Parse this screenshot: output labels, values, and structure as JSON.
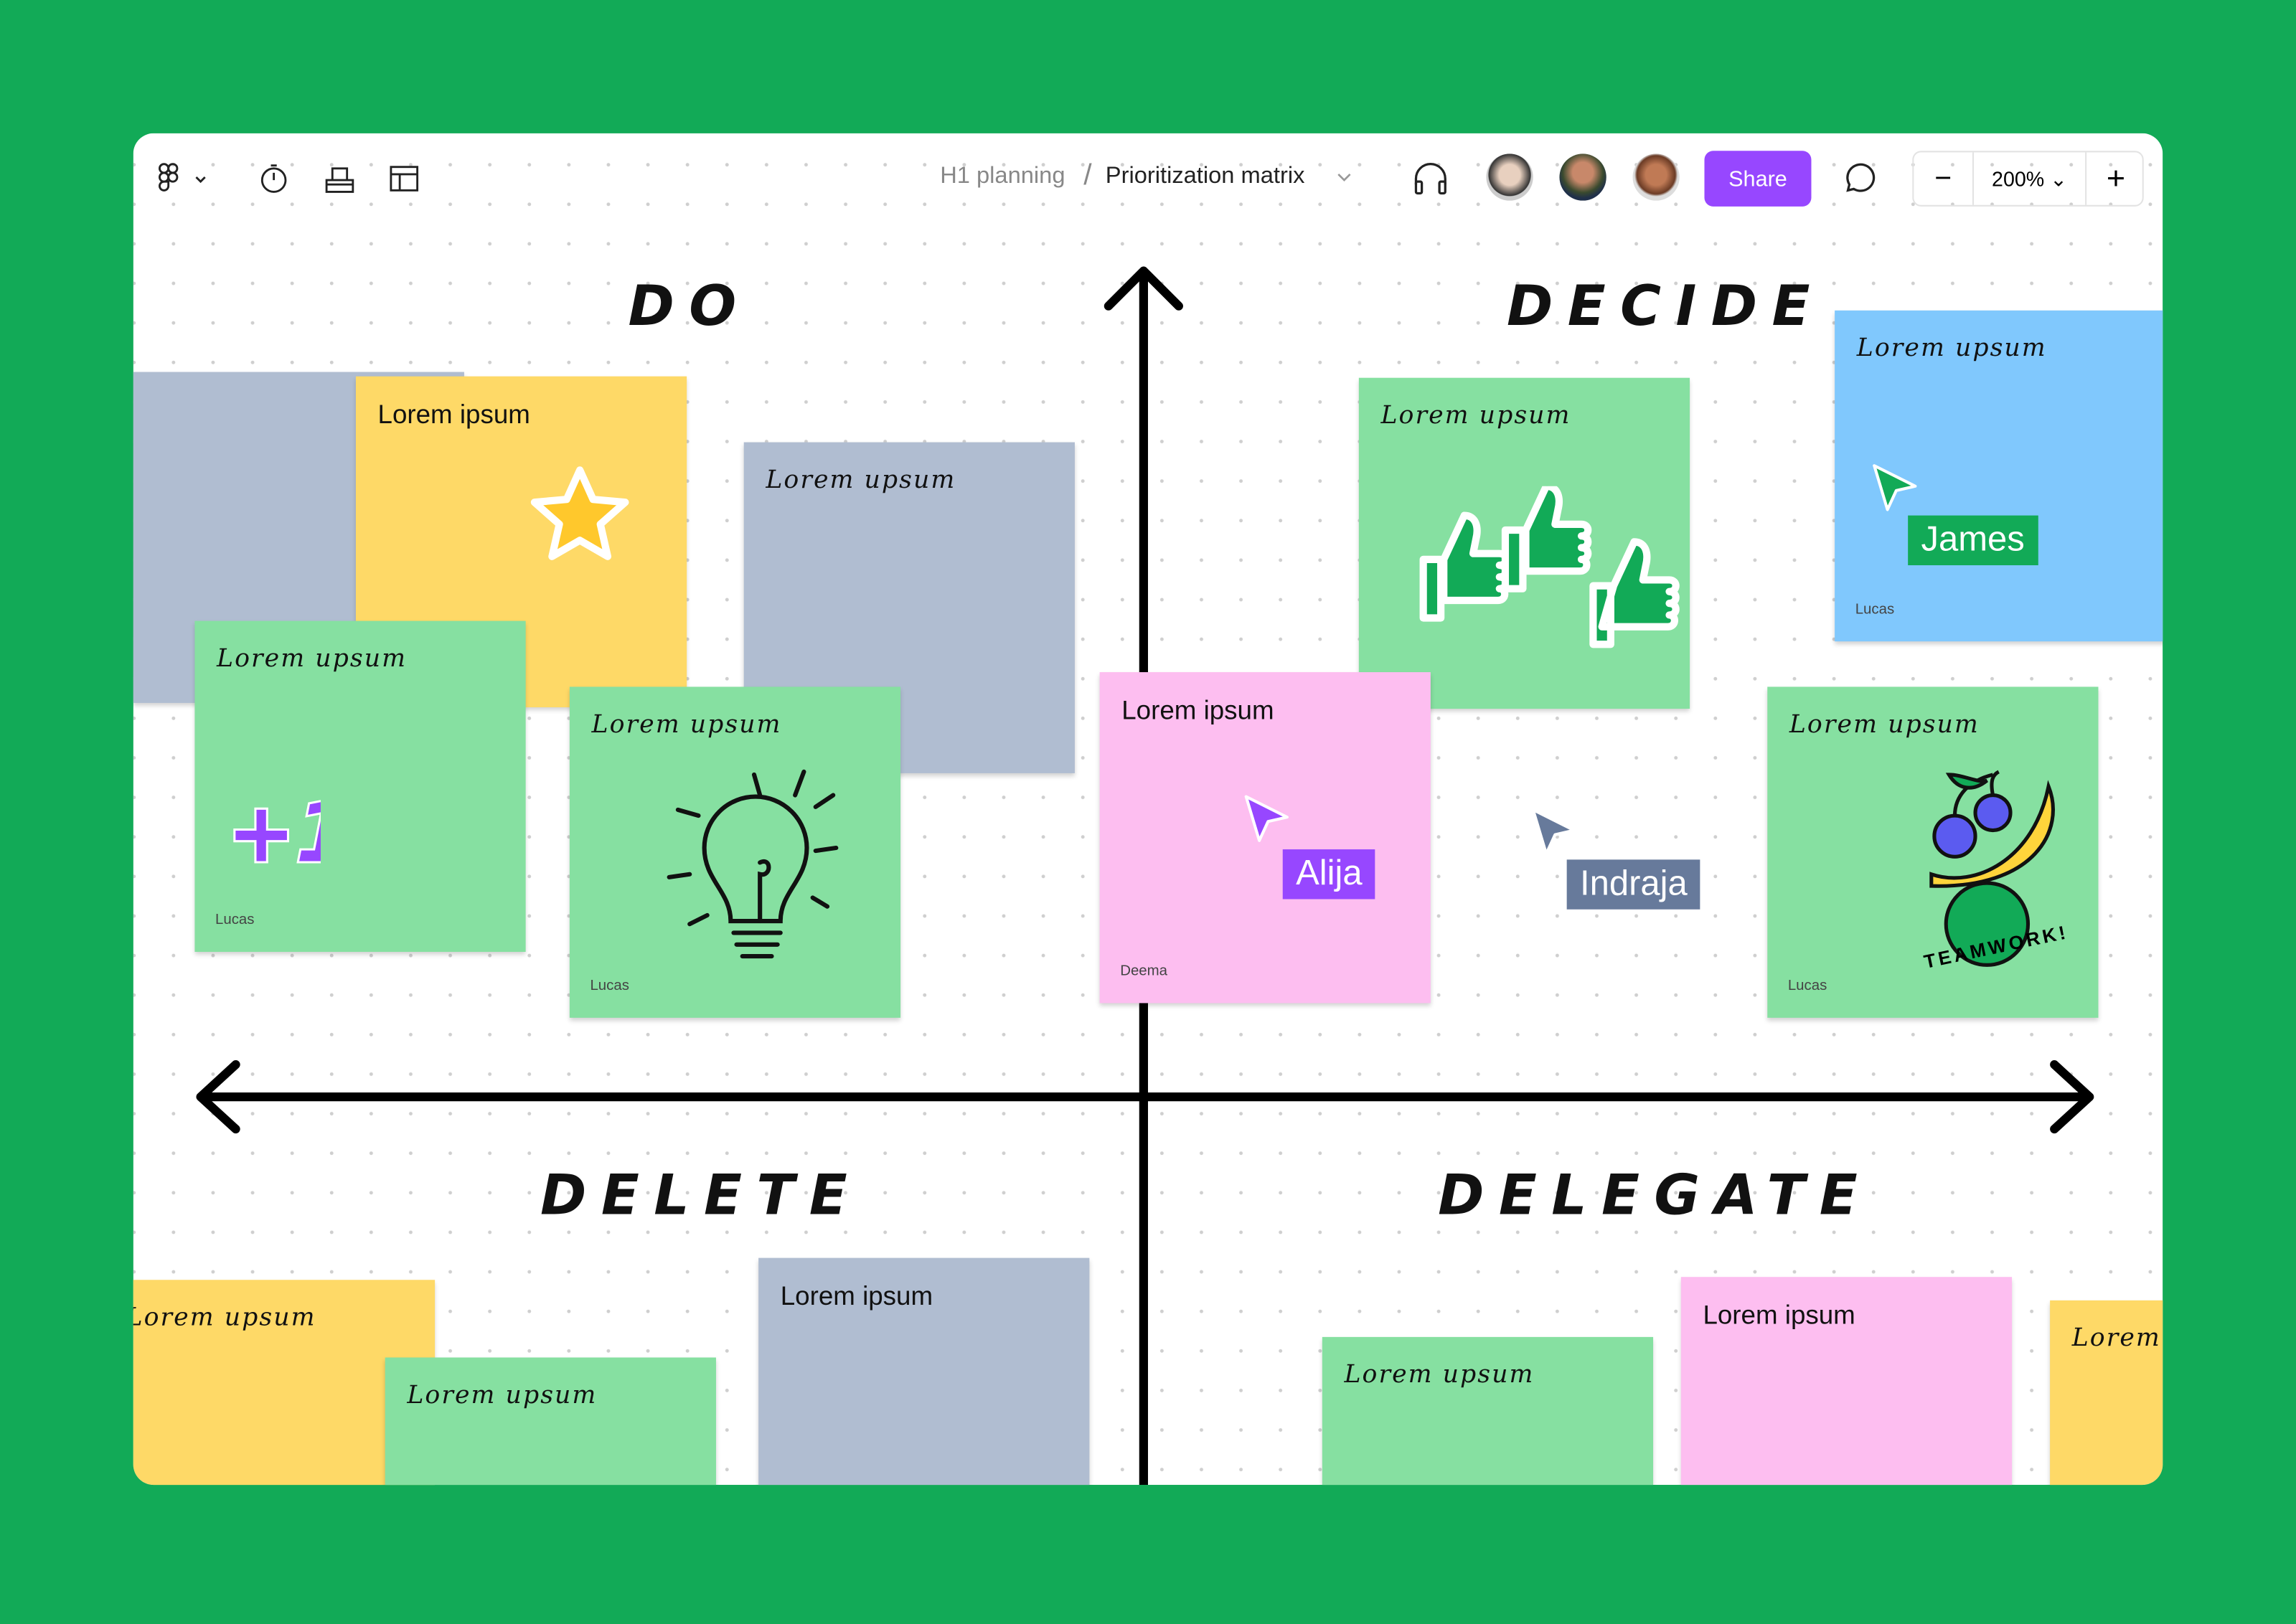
{
  "toolbar": {
    "breadcrumb_parent": "H1 planning",
    "breadcrumb_sep": "/",
    "file_name": "Prioritization matrix",
    "share_label": "Share",
    "zoom_level": "200%",
    "zoom_out": "−",
    "zoom_in": "+"
  },
  "colors": {
    "background": "#12aa57",
    "accent": "#9747ff",
    "yellow": "#fed967",
    "gray": "#b0bdd1",
    "green": "#86e0a1",
    "pink": "#fdbef0",
    "blue": "#80c8fd"
  },
  "quadrants": {
    "do": "DO",
    "decide": "DECIDE",
    "delete": "DELETE",
    "delegate": "DELEGATE"
  },
  "notes": [
    {
      "color": "gray",
      "text": "",
      "hand": false,
      "author": ""
    },
    {
      "color": "yellow",
      "text": "Lorem ipsum",
      "hand": false,
      "author": "",
      "sticker": "star"
    },
    {
      "color": "gray",
      "text": "Lorem upsum",
      "hand": true,
      "author": ""
    },
    {
      "color": "green",
      "text": "Lorem upsum",
      "hand": true,
      "author": "Lucas",
      "sticker": "plus-one"
    },
    {
      "color": "green",
      "text": "Lorem upsum",
      "hand": true,
      "author": "Lucas",
      "sticker": "lightbulb"
    },
    {
      "color": "green",
      "text": "Lorem upsum",
      "hand": true,
      "author": "",
      "sticker": "thumbs-up"
    },
    {
      "color": "blue",
      "text": "Lorem upsum",
      "hand": true,
      "author": "Lucas"
    },
    {
      "color": "pink",
      "text": "Lorem ipsum",
      "hand": false,
      "author": "Deema"
    },
    {
      "color": "green",
      "text": "Lorem upsum",
      "hand": true,
      "author": "Lucas",
      "sticker": "teamwork",
      "sticker_text": "TEAMWORK!"
    },
    {
      "color": "yellow",
      "text": "Lorem upsum",
      "hand": true,
      "author": ""
    },
    {
      "color": "green",
      "text": "Lorem upsum",
      "hand": true,
      "author": ""
    },
    {
      "color": "gray",
      "text": "Lorem ipsum",
      "hand": false,
      "author": ""
    },
    {
      "color": "green",
      "text": "Lorem upsum",
      "hand": true,
      "author": ""
    },
    {
      "color": "pink",
      "text": "Lorem ipsum",
      "hand": false,
      "author": ""
    },
    {
      "color": "yellow",
      "text": "Lorem",
      "hand": true,
      "author": ""
    }
  ],
  "cursors": [
    {
      "name": "James",
      "color": "#12aa57"
    },
    {
      "name": "Alija",
      "color": "#9747ff"
    },
    {
      "name": "Indraja",
      "color": "#677a9b"
    }
  ]
}
